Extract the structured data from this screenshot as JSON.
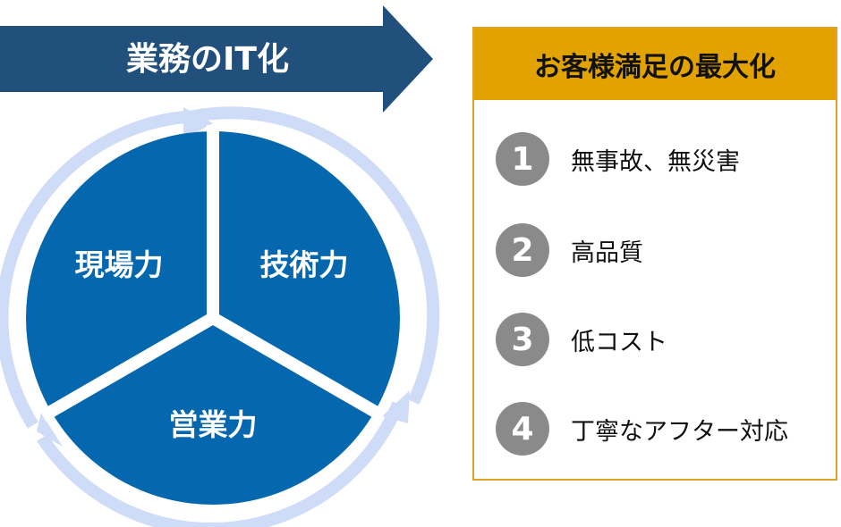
{
  "arrow": {
    "label": "業務のIT化"
  },
  "cycle": {
    "segments": [
      "技術力",
      "営業力",
      "現場力"
    ]
  },
  "panel": {
    "title": "お客様満足の最大化",
    "items": [
      {
        "num": "1",
        "text": "無事故、無災害"
      },
      {
        "num": "2",
        "text": "高品質"
      },
      {
        "num": "3",
        "text": "低コスト"
      },
      {
        "num": "4",
        "text": "丁寧なアフター対応"
      }
    ]
  },
  "colors": {
    "arrow": "#21507d",
    "segment": "#0567ad",
    "cycle_ring": "#cfdcf7",
    "panel_header": "#e2a300",
    "panel_border": "#e2a32c",
    "number_badge": "#8a8a8a"
  }
}
